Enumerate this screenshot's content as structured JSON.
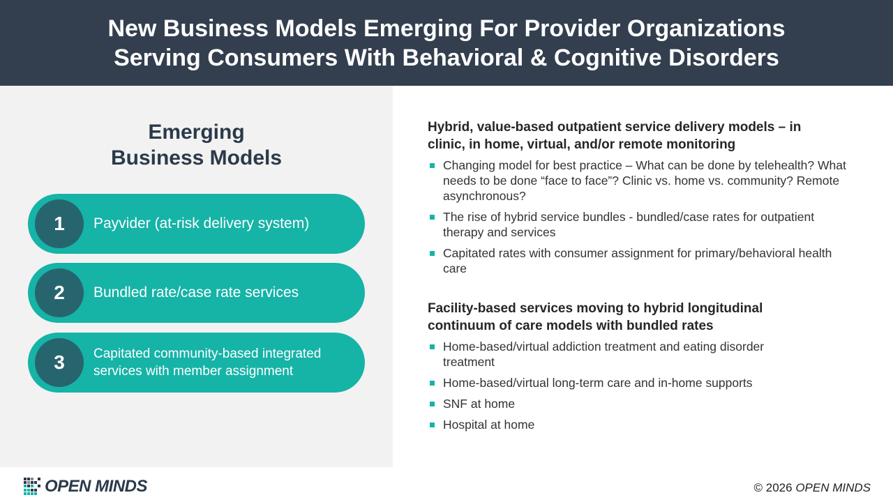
{
  "header": {
    "line1": "New Business Models Emerging For Provider Organizations",
    "line2": "Serving Consumers With Behavioral & Cognitive Disorders"
  },
  "left": {
    "title1": "Emerging",
    "title2": "Business Models",
    "items": [
      {
        "num": "1",
        "label": "Payvider (at-risk delivery system)"
      },
      {
        "num": "2",
        "label": "Bundled rate/case rate services"
      },
      {
        "num": "3",
        "label": "Capitated community-based integrated services with member assignment"
      }
    ]
  },
  "right": {
    "sections": [
      {
        "heading": "Hybrid, value-based outpatient service delivery models – in clinic, in home, virtual, and/or remote monitoring",
        "bullets": [
          "Changing model for best practice – What can be done by telehealth? What needs to be done “face to face”? Clinic vs. home vs. community? Remote asynchronous?",
          "The rise of hybrid service bundles - bundled/case rates for outpatient therapy and services",
          "Capitated rates with consumer assignment for primary/behavioral health care"
        ]
      },
      {
        "heading": "Facility-based services moving to hybrid longitudinal continuum of care models with bundled rates",
        "bullets": [
          "Home-based/virtual addiction treatment and eating disorder treatment",
          "Home-based/virtual long-term care and in-home supports",
          "SNF at home",
          "Hospital at home"
        ]
      }
    ]
  },
  "footer": {
    "logo": "OPEN MINDS",
    "copyright_prefix": "© 2026",
    "copyright_name": "OPEN MINDS"
  },
  "colors": {
    "header": "#333f4f",
    "teal": "#16b3a7",
    "circle": "#27656e"
  }
}
